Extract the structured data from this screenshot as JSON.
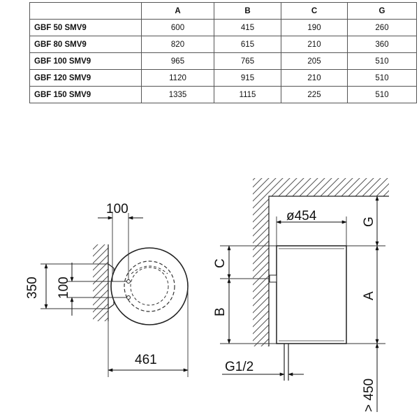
{
  "table": {
    "columns": [
      "",
      "A",
      "B",
      "C",
      "G"
    ],
    "rows": [
      {
        "model": "GBF 50 SMV9",
        "values": [
          "600",
          "415",
          "190",
          "260"
        ]
      },
      {
        "model": "GBF 80 SMV9",
        "values": [
          "820",
          "615",
          "210",
          "360"
        ]
      },
      {
        "model": "GBF 100 SMV9",
        "values": [
          "965",
          "765",
          "205",
          "510"
        ]
      },
      {
        "model": "GBF 120 SMV9",
        "values": [
          "1120",
          "915",
          "210",
          "510"
        ]
      },
      {
        "model": "GBF 150 SMV9",
        "values": [
          "1335",
          "1115",
          "225",
          "510"
        ]
      }
    ]
  },
  "left_view": {
    "dim_top": "100",
    "dim_outer": "350",
    "dim_inner": "100",
    "dim_bottom": "461"
  },
  "right_view": {
    "dim_diameter": "ø454",
    "dim_g": "G",
    "dim_c": "C",
    "dim_b": "B",
    "dim_a": "A",
    "dim_pipe": "G1/2",
    "dim_min_floor": "> 450"
  }
}
